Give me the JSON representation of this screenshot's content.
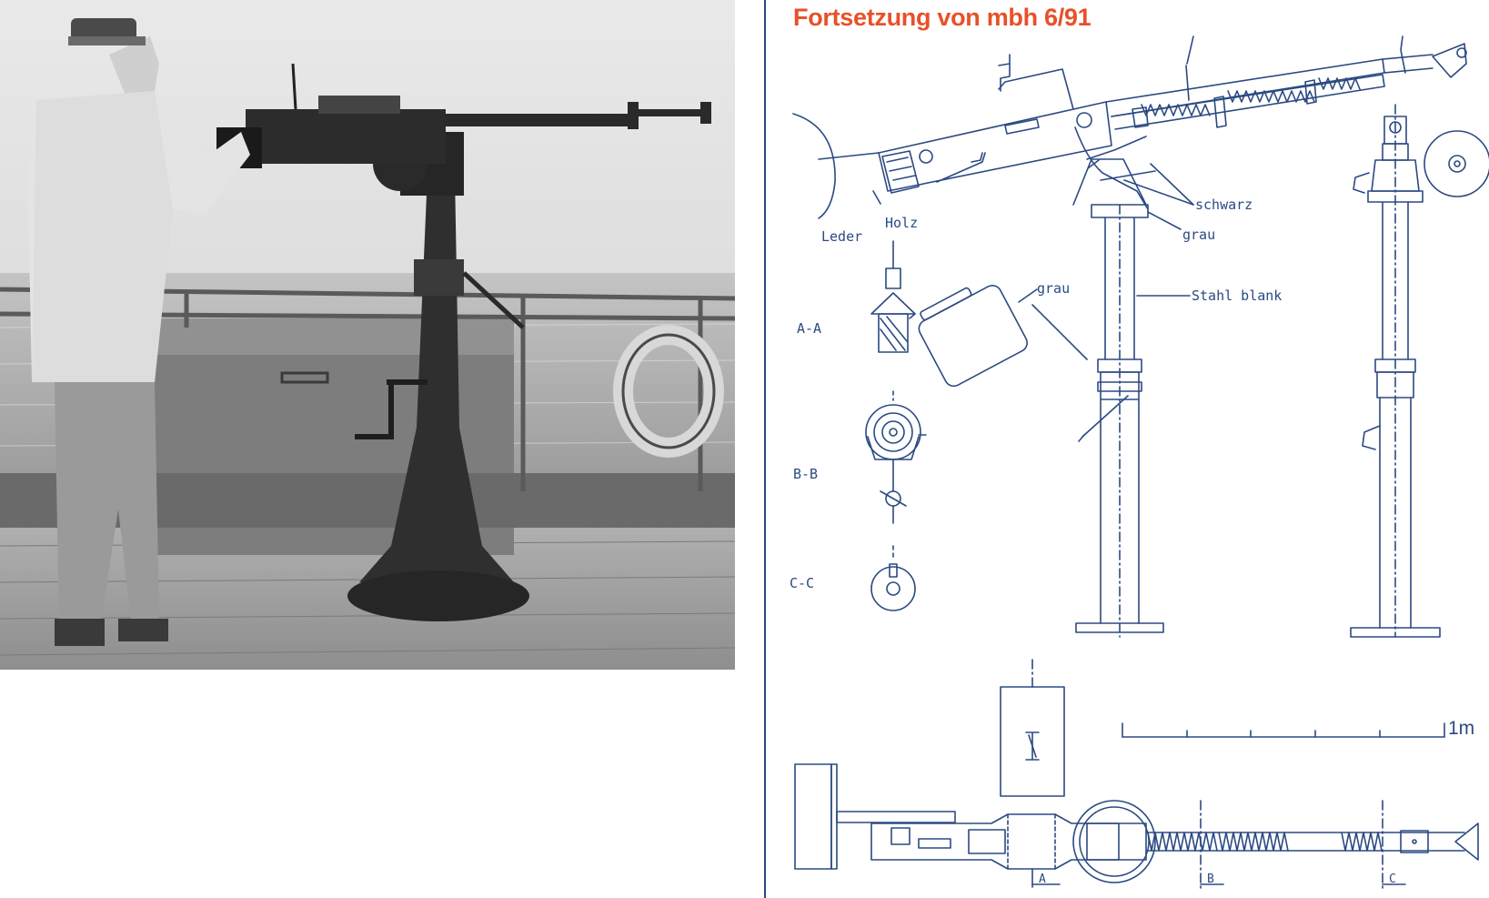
{
  "header": {
    "title": "Fortsetzung von mbh 6/91"
  },
  "drawing": {
    "labels": {
      "leder": "Leder",
      "holz": "Holz",
      "schwarz": "schwarz",
      "grau_top": "grau",
      "grau_box": "grau",
      "stahl_blank": "Stahl blank",
      "section_aa": "A-A",
      "section_bb": "B-B",
      "section_cc": "C-C",
      "scale": "1m",
      "mark_a": "A",
      "mark_b": "B",
      "mark_c": "C"
    }
  },
  "colors": {
    "title": "#e8502a",
    "ink": "#2b4a82",
    "divider": "#2b4a82"
  }
}
